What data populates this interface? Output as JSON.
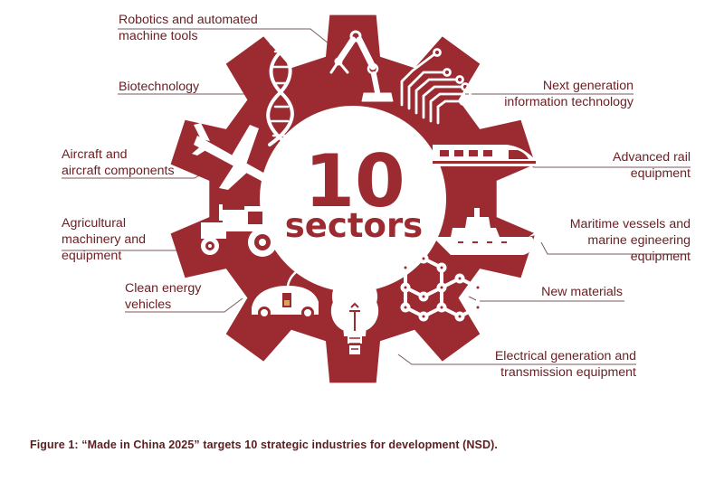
{
  "colors": {
    "gear": "#9b2a31",
    "label": "#6b2024",
    "leader": "#7a5a5c",
    "center": "#ffffff",
    "center_text": "#9b2a31"
  },
  "center": {
    "number": "10",
    "word": "sectors"
  },
  "sectors": [
    {
      "label": "Robotics and automated\nmachine tools",
      "icon": "robot-arm-icon"
    },
    {
      "label": "Biotechnology",
      "icon": "dna-icon"
    },
    {
      "label": "Aircraft and\naircraft components",
      "icon": "airplane-icon"
    },
    {
      "label": "Agricultural\nmachinery and\nequipment",
      "icon": "tractor-icon"
    },
    {
      "label": "Clean energy\nvehicles",
      "icon": "electric-car-icon"
    },
    {
      "label": "Next generation\ninformation technology",
      "icon": "circuit-icon"
    },
    {
      "label": "Advanced rail\nequipment",
      "icon": "train-icon"
    },
    {
      "label": "Maritime vessels and\nmarine egineering\nequipment",
      "icon": "ship-icon"
    },
    {
      "label": "New materials",
      "icon": "molecule-icon"
    },
    {
      "label": "Electrical generation and\ntransmission equipment",
      "icon": "light-bulb-icon"
    }
  ],
  "caption": "Figure 1: “Made in China 2025” targets 10 strategic industries for development (NSD)."
}
